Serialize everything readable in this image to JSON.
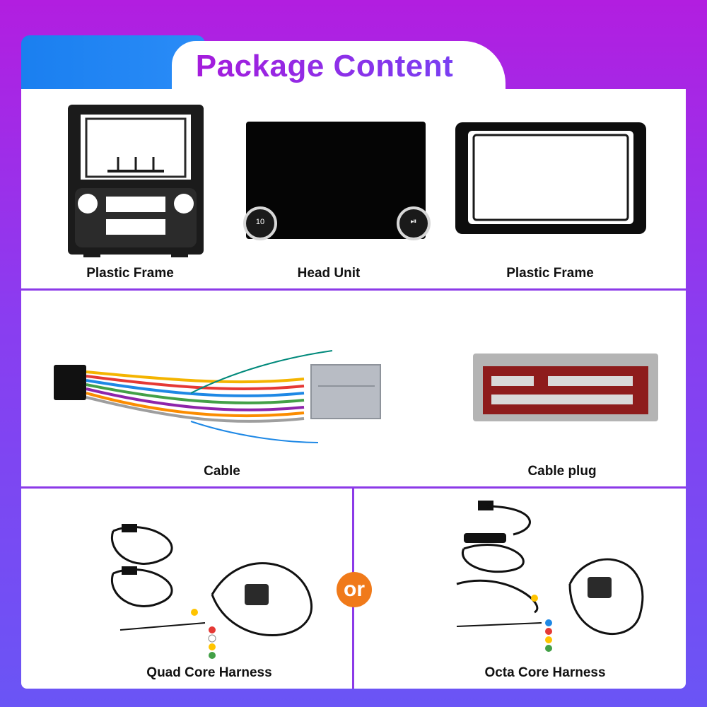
{
  "header": {
    "title": "Package Content"
  },
  "row1": {
    "items": [
      {
        "label": "Plastic Frame"
      },
      {
        "label": "Head Unit",
        "knob_left": "10",
        "knob_right": "⏯"
      },
      {
        "label": "Plastic Frame"
      }
    ]
  },
  "row2": {
    "items": [
      {
        "label": "Cable"
      },
      {
        "label": "Cable plug"
      }
    ]
  },
  "row3": {
    "items": [
      {
        "label": "Quad Core Harness"
      },
      {
        "label": "Octa Core Harness"
      }
    ],
    "separator": "or"
  },
  "colors": {
    "accent_purple": "#8c3ae8",
    "tab_blue": "#1a7ff0",
    "or_orange": "#f07a1a"
  }
}
